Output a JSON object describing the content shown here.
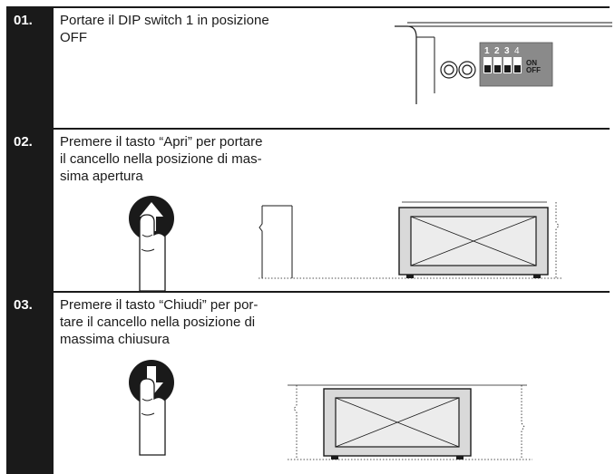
{
  "steps": [
    {
      "number": "01.",
      "text_lines": [
        "Portare il DIP switch 1 in posizione",
        "OFF"
      ]
    },
    {
      "number": "02.",
      "text_lines": [
        "Premere il tasto “Apri” per portare",
        "il cancello nella posizione di mas-",
        "sima apertura"
      ]
    },
    {
      "number": "03.",
      "text_lines": [
        "Premere il tasto “Chiudi” per por-",
        "tare il cancello nella posizione di",
        "massima chiusura"
      ]
    }
  ],
  "dip_switch": {
    "numbers": [
      "1",
      "2",
      "3",
      "4"
    ],
    "on_label": "ON",
    "off_label": "OFF"
  },
  "icons": {
    "open": "arrow-up-icon",
    "close": "arrow-down-icon"
  }
}
